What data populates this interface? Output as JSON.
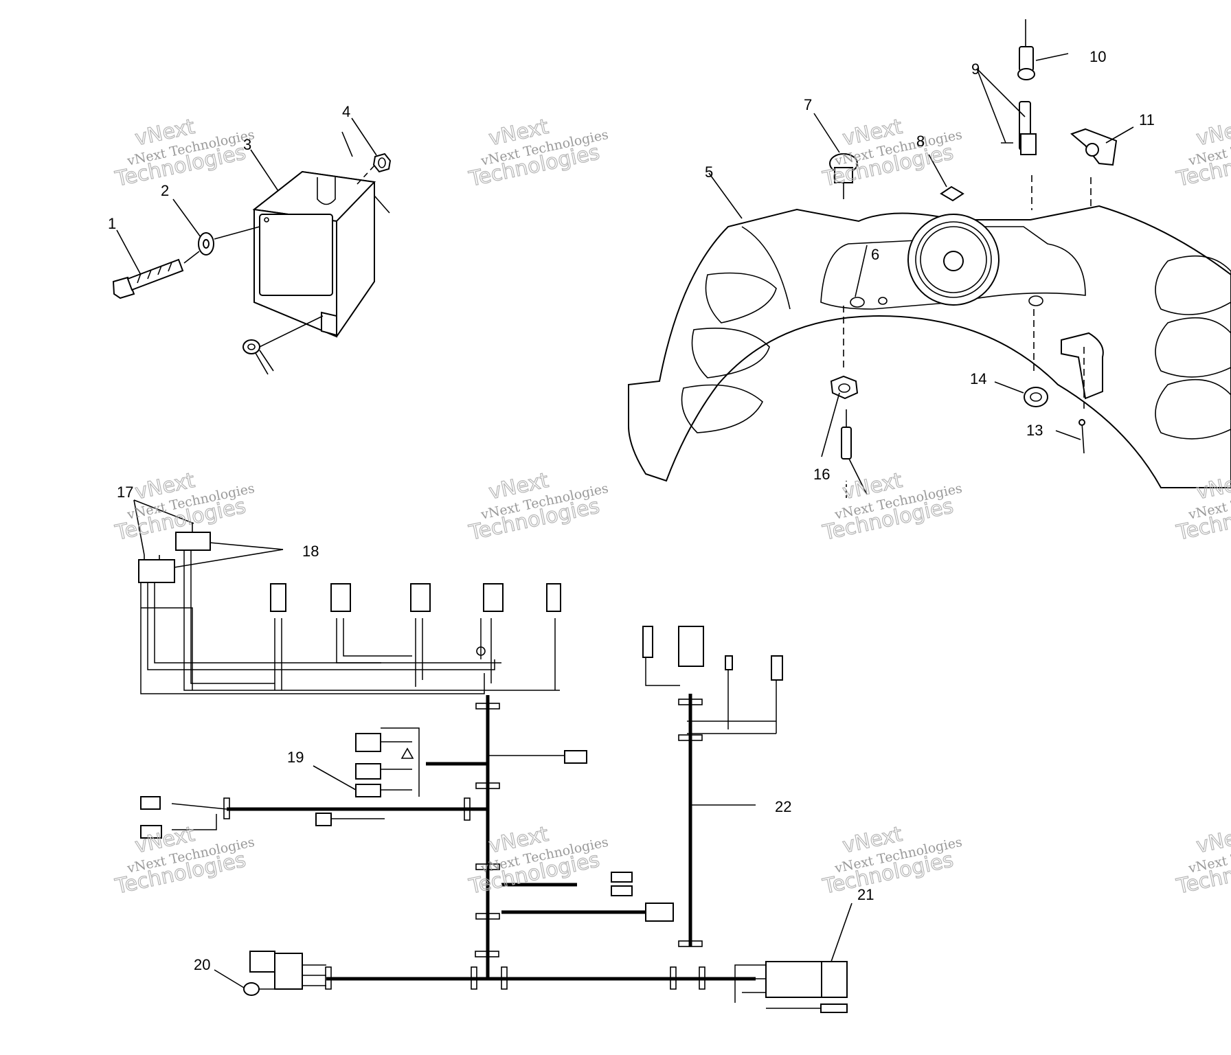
{
  "callouts": [
    "1",
    "2",
    "3",
    "4",
    "5",
    "6",
    "7",
    "8",
    "9",
    "10",
    "11",
    "13",
    "14",
    "16",
    "17",
    "18",
    "19",
    "20",
    "21",
    "22"
  ],
  "watermark": {
    "line1": "vNext",
    "line2": "vNext Technologies",
    "line3": "Technologies"
  },
  "colors": {
    "ink": "#000000",
    "watermark": "#b5b5b5",
    "background": "#ffffff"
  }
}
